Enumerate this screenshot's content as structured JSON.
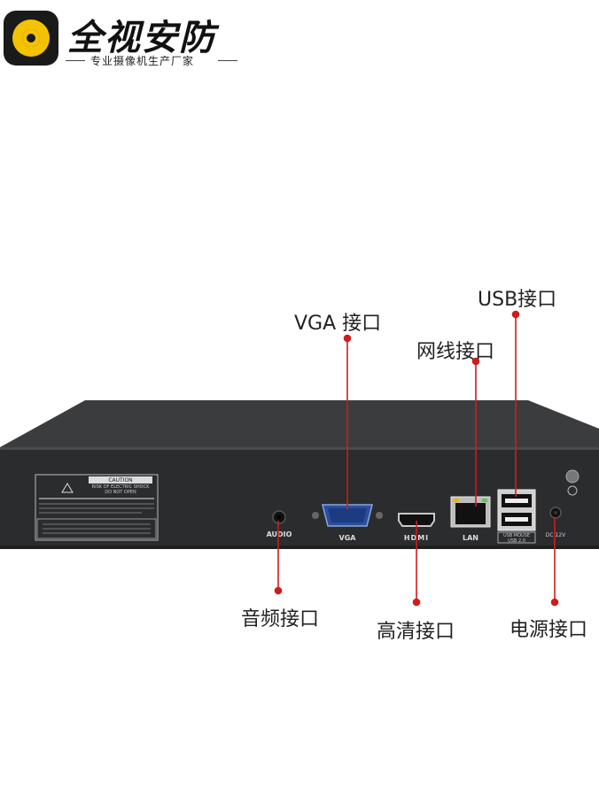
{
  "brand": {
    "name": "全视安防",
    "tagline": "专业摄像机生产厂家",
    "colors": {
      "accent": "#f3c200",
      "dark": "#1a1a1a"
    }
  },
  "device": {
    "panel_labels": {
      "audio": "AUDIO",
      "vga": "VGA",
      "hdmi": "HDMI",
      "lan": "LAN",
      "usb": "USB MOUSE",
      "usb2": "USB 2.0",
      "dc": "DC 12V"
    },
    "caution": {
      "title": "CAUTION",
      "lines": [
        "RISK OF ELECTRIC SHOCK",
        "DO NOT OPEN"
      ]
    }
  },
  "callouts": {
    "vga": "VGA 接口",
    "lan": "网线接口",
    "usb": "USB接口",
    "audio": "音频接口",
    "hdmi": "高清接口",
    "power": "电源接口"
  },
  "colors": {
    "pointer": "#d11b1b"
  }
}
